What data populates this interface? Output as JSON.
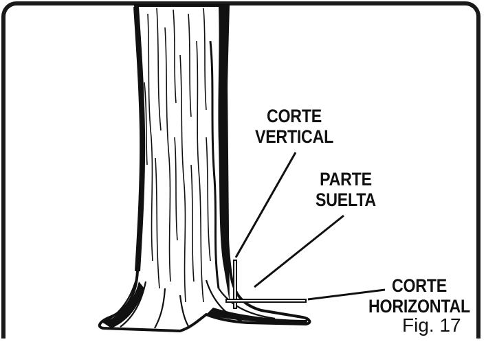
{
  "labels": {
    "corte_vertical": [
      "CORTE",
      "VERTICAL"
    ],
    "parte_suelta": [
      "PARTE",
      "SUELTA"
    ],
    "corte_horizontal": [
      "CORTE",
      "HORIZONTAL"
    ]
  },
  "figure_caption": "Fig. 17",
  "colors": {
    "ink": "#111111",
    "background": "#ffffff",
    "trunk_fill": "#ffffff"
  }
}
